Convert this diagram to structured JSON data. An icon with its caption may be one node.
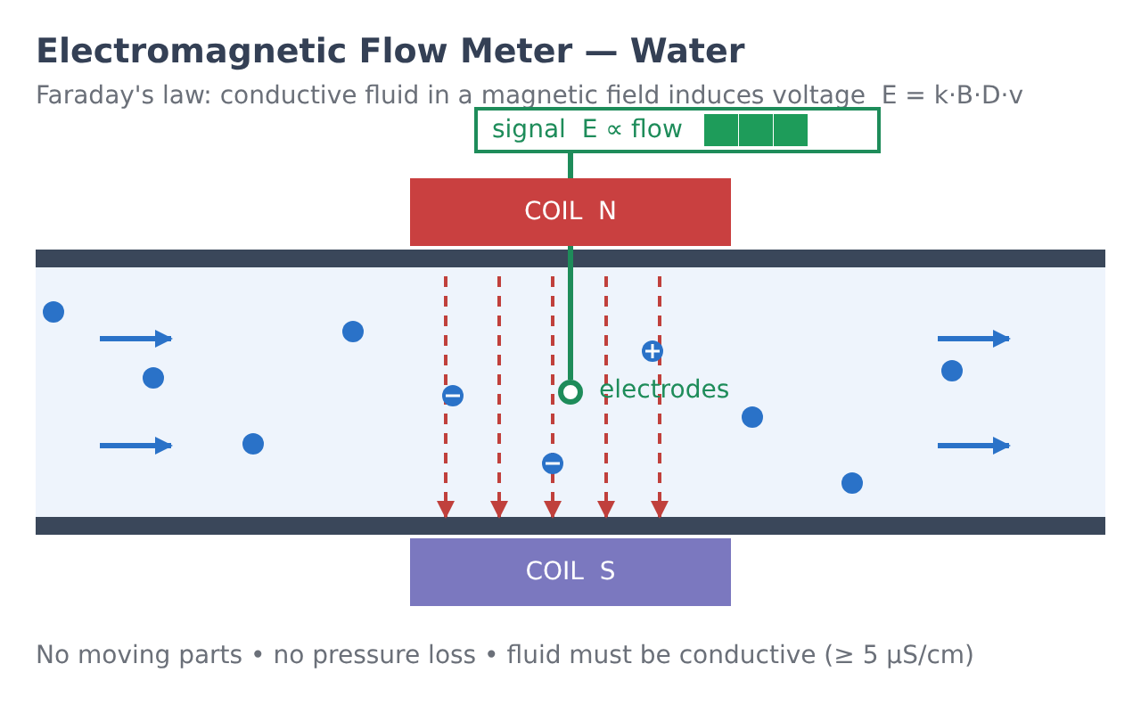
{
  "diagram": {
    "title": "Electromagnetic Flow Meter — Water",
    "nodes": [
      {
        "text": [
          "signal  E ∝ flow"
        ]
      },
      {
        "text": [
          "COIL  N"
        ]
      },
      {
        "text": [
          "COIL  S"
        ]
      },
      {
        "text": [],
        "shape": "circle",
        "beside": [
          "electrodes"
        ]
      }
    ],
    "edges": [
      {
        "from": 0,
        "to": 3,
        "arrow": "none",
        "color": "#1e8c5a"
      }
    ],
    "labels": [
      "Faraday's law: conductive fluid in a magnetic field induces voltage  E = k·B·D·v",
      "No moving parts • no pressure loss • fluid must be conductive (≥ 5 µS/cm)"
    ]
  }
}
